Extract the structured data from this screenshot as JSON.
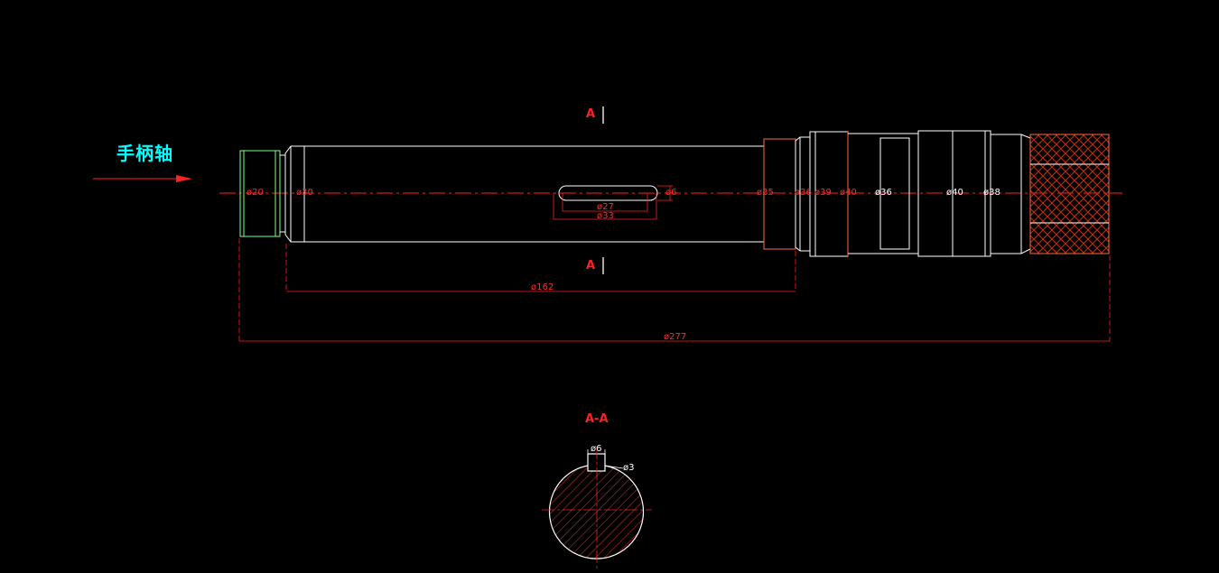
{
  "part_name": "手柄轴",
  "section": {
    "marker_top": "A",
    "marker_bottom": "A",
    "view_title": "A-A"
  },
  "dimensions": {
    "d20": "ø20",
    "d30": "ø30",
    "d6_slot": "ø6",
    "d27": "ø27",
    "d33": "ø33",
    "d35": "ø35",
    "d36a": "ø36",
    "d39": "ø39",
    "d40a": "ø40",
    "d36b": "ø36",
    "d40b": "ø40",
    "d38": "ø38",
    "len162": "ø162",
    "len277": "ø277",
    "key_width": "ø6",
    "key_depth": "ø3"
  },
  "colors": {
    "background": "#000000",
    "outline": "#ffffff",
    "dimension": "#ff2020",
    "title": "#00ffff",
    "accent": "#00ff00"
  }
}
